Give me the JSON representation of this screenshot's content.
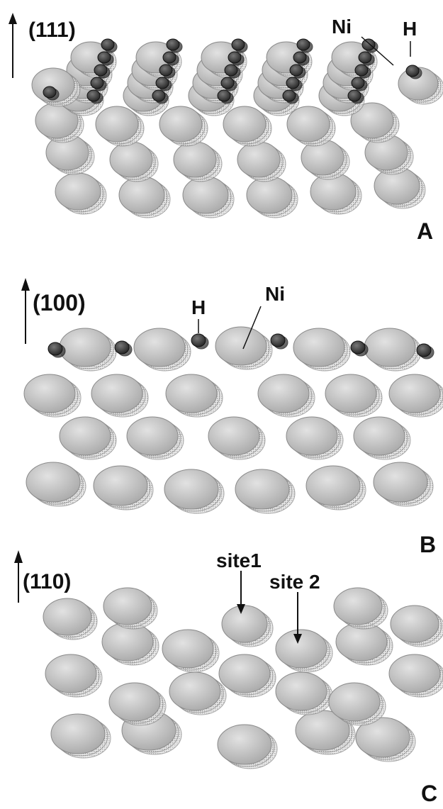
{
  "panels": [
    {
      "id": "A",
      "surface_label": "(111)",
      "panel_letter": "A",
      "annotations": [
        {
          "key": "ni",
          "text": "Ni"
        },
        {
          "key": "h",
          "text": "H"
        }
      ]
    },
    {
      "id": "B",
      "surface_label": "(100)",
      "panel_letter": "B",
      "annotations": [
        {
          "key": "h",
          "text": "H"
        },
        {
          "key": "ni",
          "text": "Ni"
        }
      ]
    },
    {
      "id": "C",
      "surface_label": "(110)",
      "panel_letter": "C",
      "annotations": [
        {
          "key": "site1",
          "text": "site1"
        },
        {
          "key": "site2",
          "text": "site 2"
        }
      ]
    }
  ],
  "colors": {
    "ni_atom": "#c9c9c9",
    "ni_atom_edge": "#8a8a8a",
    "h_atom": "#3a3a3a",
    "ink": "#111111"
  }
}
